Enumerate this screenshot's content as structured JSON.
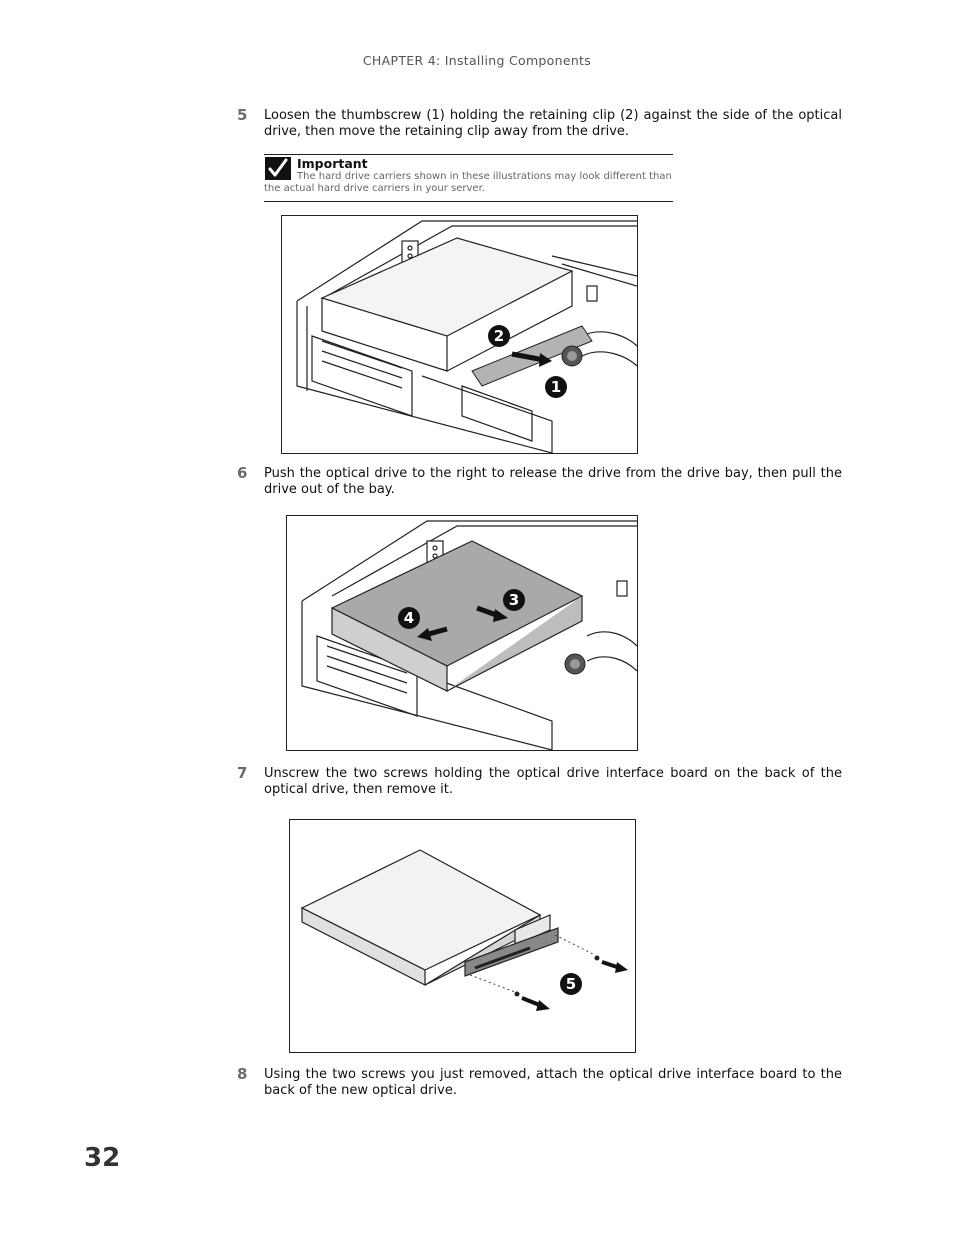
{
  "header": {
    "chapter": "CHAPTER 4: Installing Components"
  },
  "steps": [
    {
      "number": "5",
      "text": "Loosen the thumbscrew (1) holding the retaining clip (2) against the side of the optical drive, then move the retaining clip away from the drive."
    },
    {
      "number": "6",
      "text": "Push the optical drive to the right to release the drive from the drive bay, then pull the drive out of the bay."
    },
    {
      "number": "7",
      "text": "Unscrew the two screws holding the optical drive interface board on the back of the optical drive, then remove it."
    },
    {
      "number": "8",
      "text": "Using the two screws you just removed, attach the optical drive interface board to the back of the new optical drive."
    }
  ],
  "important": {
    "title": "Important",
    "body": "The hard drive carriers shown in these illustrations may look different than the actual hard drive carriers in your server."
  },
  "figures": {
    "fig1": {
      "callouts": [
        "2",
        "1"
      ]
    },
    "fig2": {
      "callouts": [
        "3",
        "4"
      ]
    },
    "fig3": {
      "callouts": [
        "5"
      ]
    }
  },
  "page_number": "32",
  "colors": {
    "text": "#111111",
    "step_number": "#6b6b6b",
    "callout_bg": "#111111",
    "drive_fill": "#a9a9a9"
  },
  "icons": {
    "important": "checkmark-icon"
  }
}
